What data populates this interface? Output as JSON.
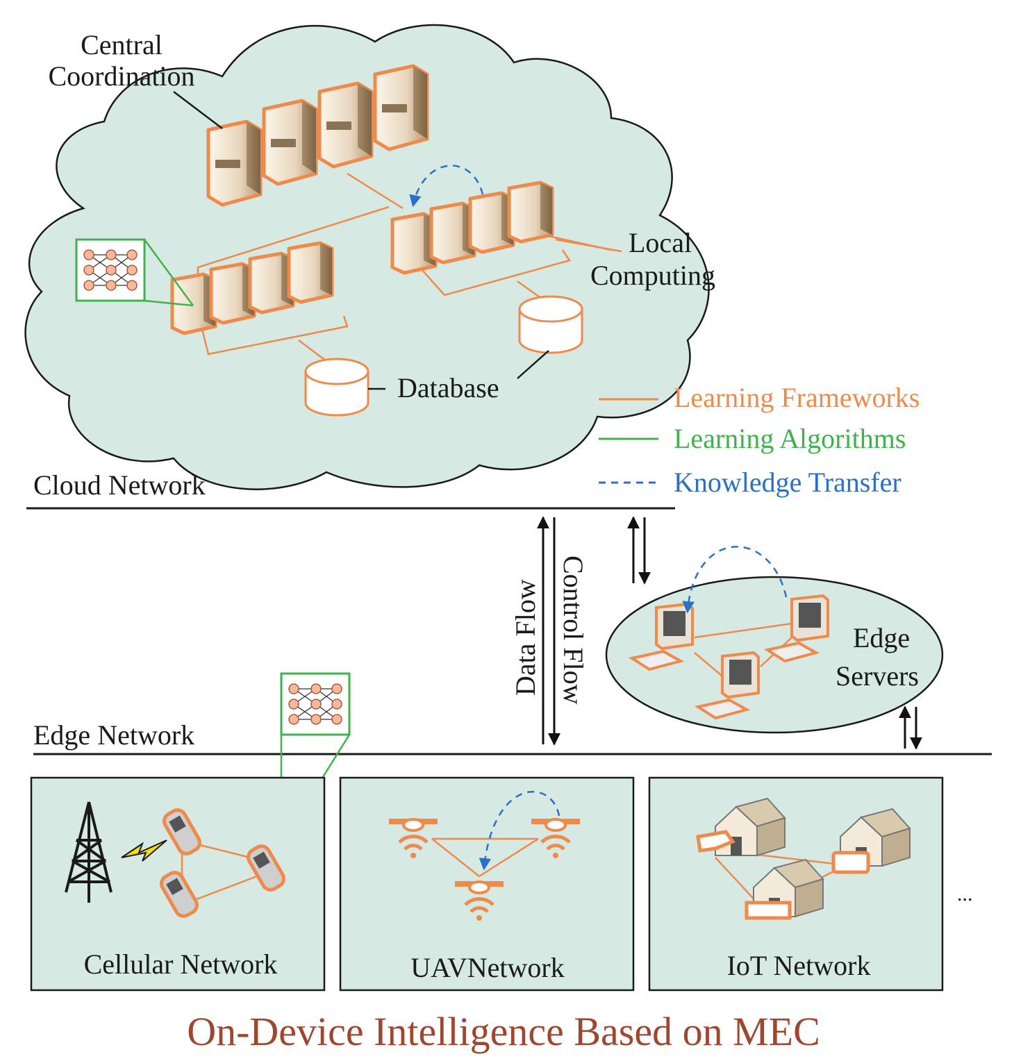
{
  "labels": {
    "central_coordination_line1": "Central",
    "central_coordination_line2": "Coordination",
    "local_computing_line1": "Local",
    "local_computing_line2": "Computing",
    "database": "Database",
    "cloud_network": "Cloud Network",
    "edge_network": "Edge Network",
    "data_flow": "Data Flow",
    "control_flow": "Control Flow",
    "edge_servers_line1": "Edge",
    "edge_servers_line2": "Servers",
    "cellular_network": "Cellular Network",
    "uav_network": "UAVNetwork",
    "iot_network": "IoT Network",
    "ellipsis": "..."
  },
  "legend": [
    {
      "label": "Learning Frameworks",
      "color": "#f08a4b",
      "style": "solid"
    },
    {
      "label": "Learning Algorithms",
      "color": "#3cb44b",
      "style": "solid"
    },
    {
      "label": "Knowledge Transfer",
      "color": "#2a6fc9",
      "style": "dashed"
    }
  ],
  "title": "On-Device Intelligence Based on MEC",
  "colors": {
    "cloud_fill": "#d6e9e3",
    "box_fill": "#d6e9e3",
    "orange": "#f08a4b",
    "green": "#3cb44b",
    "blue": "#2a6fc9",
    "title": "#a0452e"
  }
}
